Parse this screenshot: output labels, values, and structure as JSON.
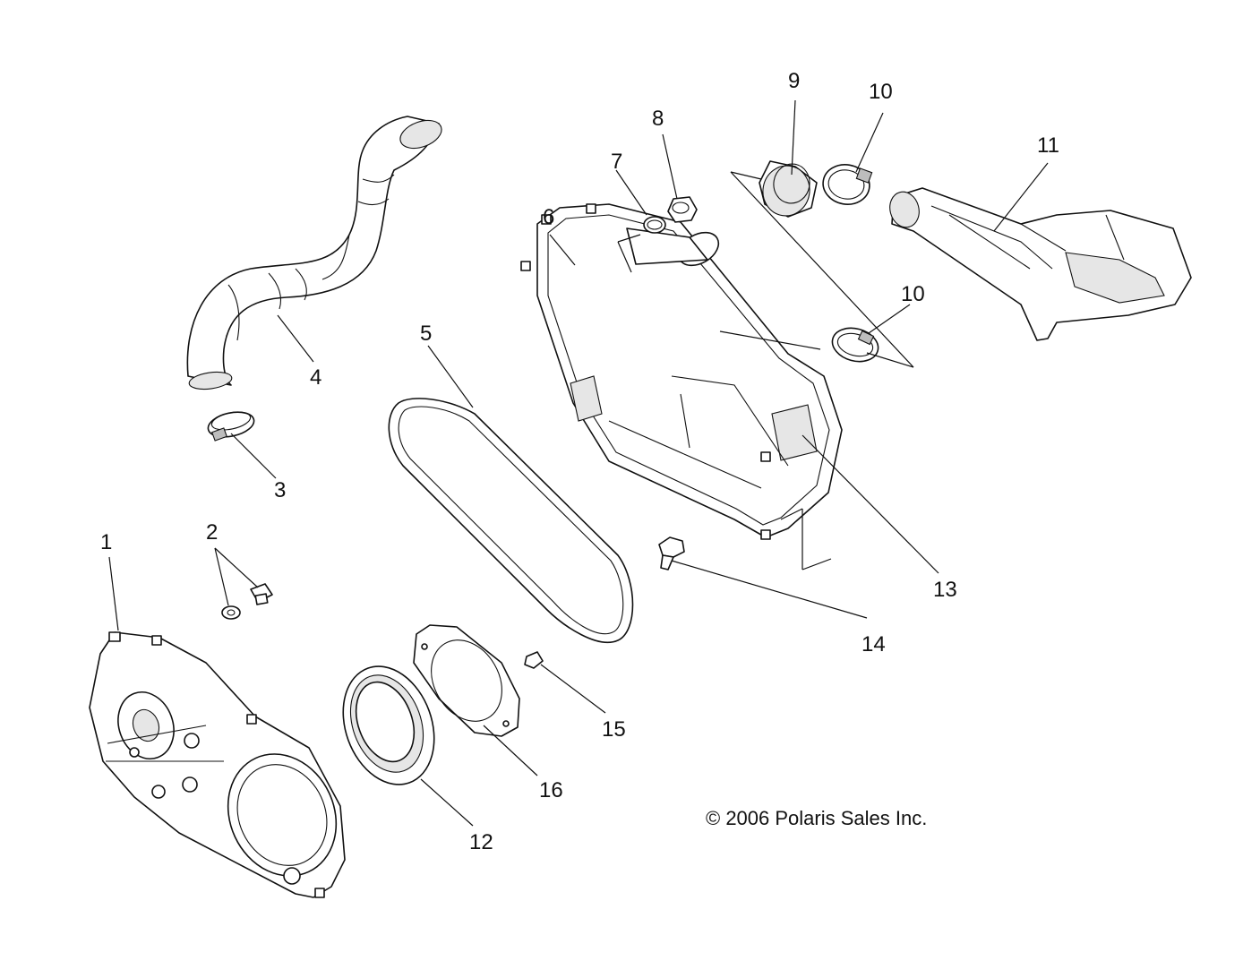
{
  "diagram": {
    "callouts": {
      "c1": "1",
      "c2": "2",
      "c3": "3",
      "c4": "4",
      "c5": "5",
      "c6": "6",
      "c7": "7",
      "c8": "8",
      "c9": "9",
      "c10a": "10",
      "c10b": "10",
      "c11": "11",
      "c12": "12",
      "c13": "13",
      "c14": "14",
      "c15": "15",
      "c16": "16"
    },
    "copyright": "© 2006 Polaris Sales Inc."
  }
}
